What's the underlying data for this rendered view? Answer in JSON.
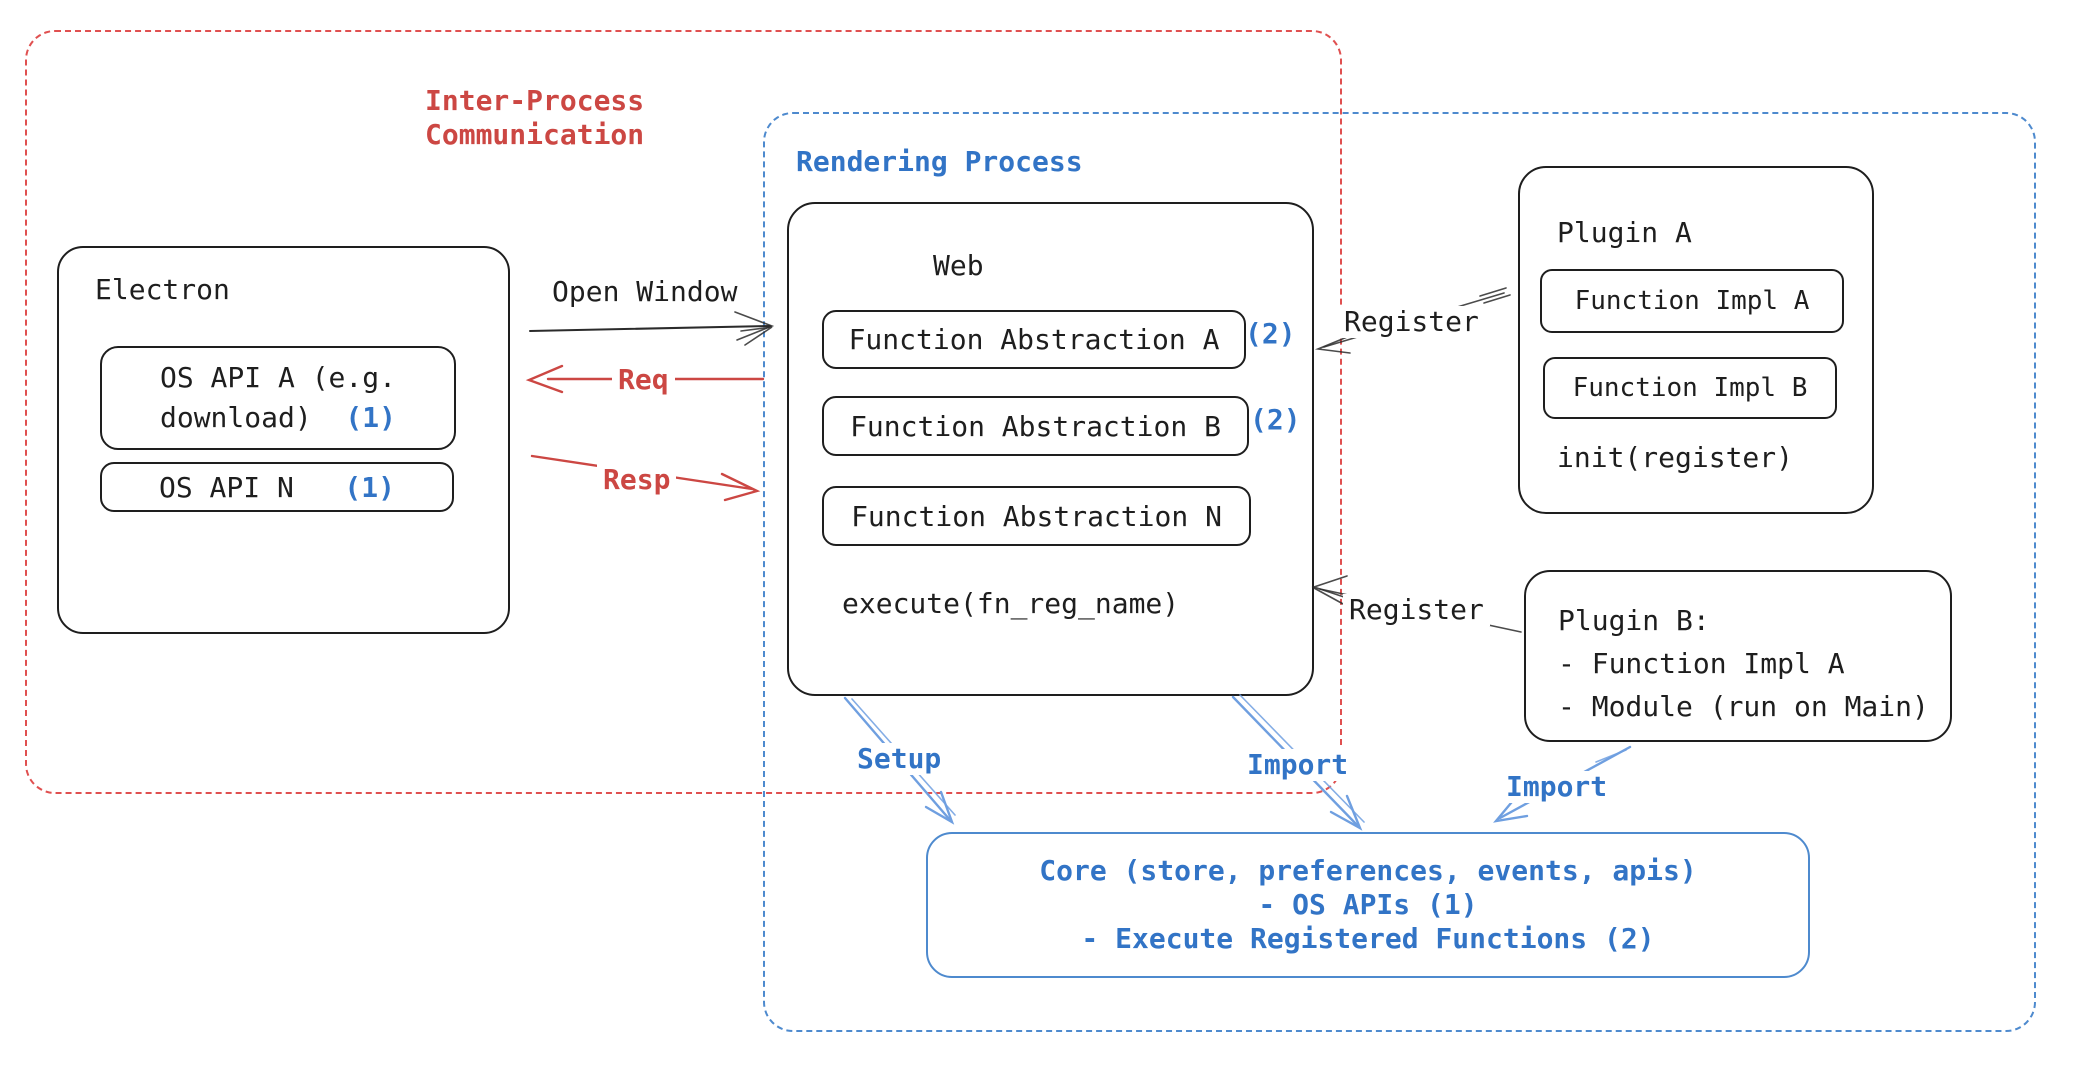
{
  "colors": {
    "ink": "#1e1e1e",
    "red": "#cc4743",
    "red_dash": "#e05050",
    "blue": "#3274c6",
    "blue_dash": "#4e8ace",
    "arrow_blue": "#6f9fe0"
  },
  "groups": {
    "ipc": {
      "label_line1": "Inter-Process",
      "label_line2": "Communication"
    },
    "rendering": {
      "label": "Rendering Process"
    }
  },
  "electron": {
    "title": "Electron",
    "os_api_a_line1": "OS API A (e.g.",
    "os_api_a_line2": "download)",
    "os_api_a_badge": "(1)",
    "os_api_n": "OS API N",
    "os_api_n_badge": "(1)"
  },
  "web": {
    "title": "Web",
    "fa_a": "Function Abstraction A",
    "fa_a_badge": "(2)",
    "fa_b": "Function Abstraction B",
    "fa_b_badge": "(2)",
    "fa_n": "Function Abstraction N",
    "execute": "execute(fn_reg_name)"
  },
  "plugin_a": {
    "title": "Plugin A",
    "impl_a": "Function Impl A",
    "impl_b": "Function Impl B",
    "init": "init(register)"
  },
  "plugin_b": {
    "line1": "Plugin B:",
    "line2": "- Function Impl A",
    "line3": "- Module (run on Main)"
  },
  "core": {
    "line1": "Core (store, preferences, events, apis)",
    "line2": "- OS APIs (1)",
    "line3": "- Execute Registered Functions (2)"
  },
  "arrows": {
    "open_window": "Open Window",
    "req": "Req",
    "resp": "Resp",
    "register_top": "Register",
    "register_bottom": "Register",
    "setup": "Setup",
    "import_web": "Import",
    "import_plugin": "Import"
  }
}
